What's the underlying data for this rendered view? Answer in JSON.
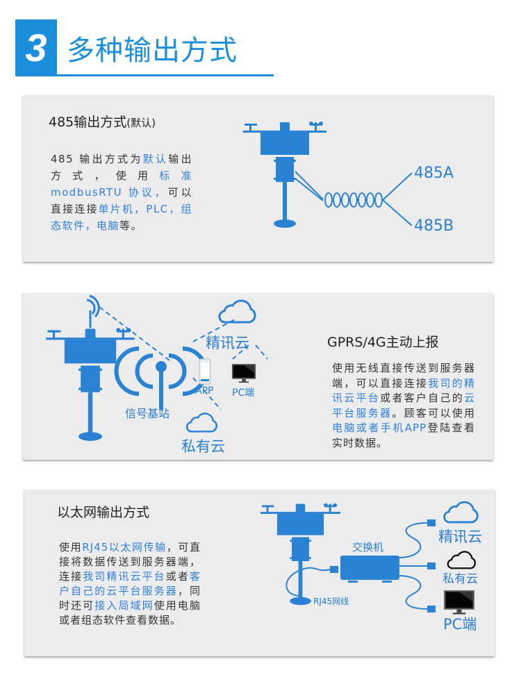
{
  "header": {
    "number": "3",
    "title": "多种输出方式"
  },
  "section_485": {
    "title": "485输出方式",
    "title_note": "(默认)",
    "body": [
      {
        "t": "485 输出方式为",
        "hl": false
      },
      {
        "t": "默认",
        "hl": true
      },
      {
        "t": "输出方式，使用",
        "hl": false
      },
      {
        "t": "标准modbusRTU 协议，",
        "hl": true
      },
      {
        "t": "可以直接连接",
        "hl": false
      },
      {
        "t": "单片机，PLC，组态软件，电脑",
        "hl": true
      },
      {
        "t": "等。",
        "hl": false
      }
    ],
    "label_a": "485A",
    "label_b": "485B"
  },
  "section_gprs": {
    "title": "GPRS/4G主动上报",
    "body": [
      {
        "t": "使用无线直接传送到服务器端，可以直接连接",
        "hl": false
      },
      {
        "t": "我司的精讯云平台",
        "hl": true
      },
      {
        "t": "或者客户自己的",
        "hl": false
      },
      {
        "t": "云平台服务器",
        "hl": true
      },
      {
        "t": "。顾客可以使用",
        "hl": false
      },
      {
        "t": "电脑或者手机APP",
        "hl": true
      },
      {
        "t": "登陆查看实时数据。",
        "hl": false
      }
    ],
    "tower_label": "信号基站",
    "cloud1_label": "精讯云",
    "cloud2_label": "私有云",
    "app_label": "APP",
    "pc_label": "PC端"
  },
  "section_eth": {
    "title": "以太网输出方式",
    "body": [
      {
        "t": "使用",
        "hl": false
      },
      {
        "t": "RJ45以太网传输",
        "hl": true
      },
      {
        "t": "，可直接将数据传送到服务器端，连接",
        "hl": false
      },
      {
        "t": "我司精讯云平台",
        "hl": true
      },
      {
        "t": "或者",
        "hl": false
      },
      {
        "t": "客户自己的云平台服务器",
        "hl": true
      },
      {
        "t": "，同时还可",
        "hl": false
      },
      {
        "t": "接入局域网",
        "hl": true
      },
      {
        "t": "使用电脑或者组态软件查看数据。",
        "hl": false
      }
    ],
    "switch_label": "交换机",
    "cable_label": "RJ45网线",
    "cloud1_label": "精讯云",
    "cloud2_label": "私有云",
    "pc_label": "PC端"
  },
  "colors": {
    "accent": "#1c8fdc",
    "highlight": "#2f80e0",
    "graphic": "#2a82d4"
  }
}
